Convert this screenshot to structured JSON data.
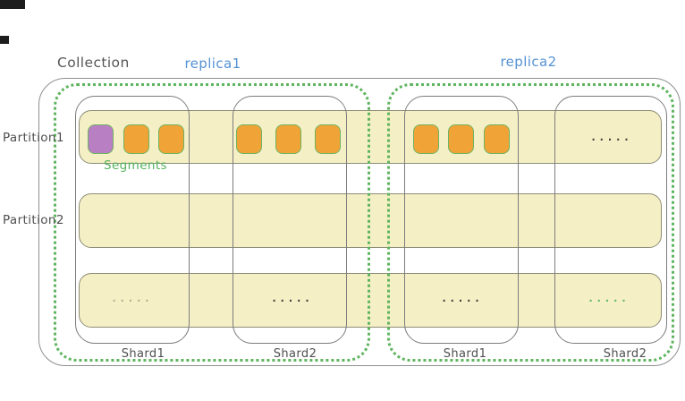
{
  "diagram": {
    "collection_label": "Collection",
    "segments_label": "Segments",
    "ellipsis": ".....",
    "replicas": [
      {
        "label": "replica1"
      },
      {
        "label": "replica2"
      }
    ],
    "partitions": [
      {
        "label": "Partition1"
      },
      {
        "label": "Partition2"
      }
    ],
    "shards": [
      {
        "label": "Shard1"
      },
      {
        "label": "Shard2"
      },
      {
        "label": "Shard1"
      },
      {
        "label": "Shard2"
      }
    ],
    "segment_cells": [
      {
        "location": "replica1-shard1-partition1",
        "segments": [
          "purple",
          "orange",
          "orange"
        ]
      },
      {
        "location": "replica1-shard2-partition1",
        "segments": [
          "orange",
          "orange",
          "orange"
        ]
      },
      {
        "location": "replica2-shard1-partition1",
        "segments": [
          "orange",
          "orange",
          "orange"
        ]
      },
      {
        "location": "replica2-shard2-partition1",
        "segments": "ellipsis"
      }
    ],
    "colors": {
      "collection_border": "#8f8f8f",
      "shard_border": "#7c7c7c",
      "replica_border": "#5fb55f",
      "replica_label": "#5592d4",
      "segments_label": "#56b25c",
      "partition_band_fill": "#f5efc5",
      "partition_band_border": "#8d8d78",
      "segment_purple": "#b97fc3",
      "segment_orange": "#f0a437",
      "segment_outline": "#6fb363",
      "label_text": "#4e4e4e",
      "dots_dark": "#3f3f3f",
      "dots_light": "#b5ae97",
      "dots_green": "#63b56a"
    }
  }
}
